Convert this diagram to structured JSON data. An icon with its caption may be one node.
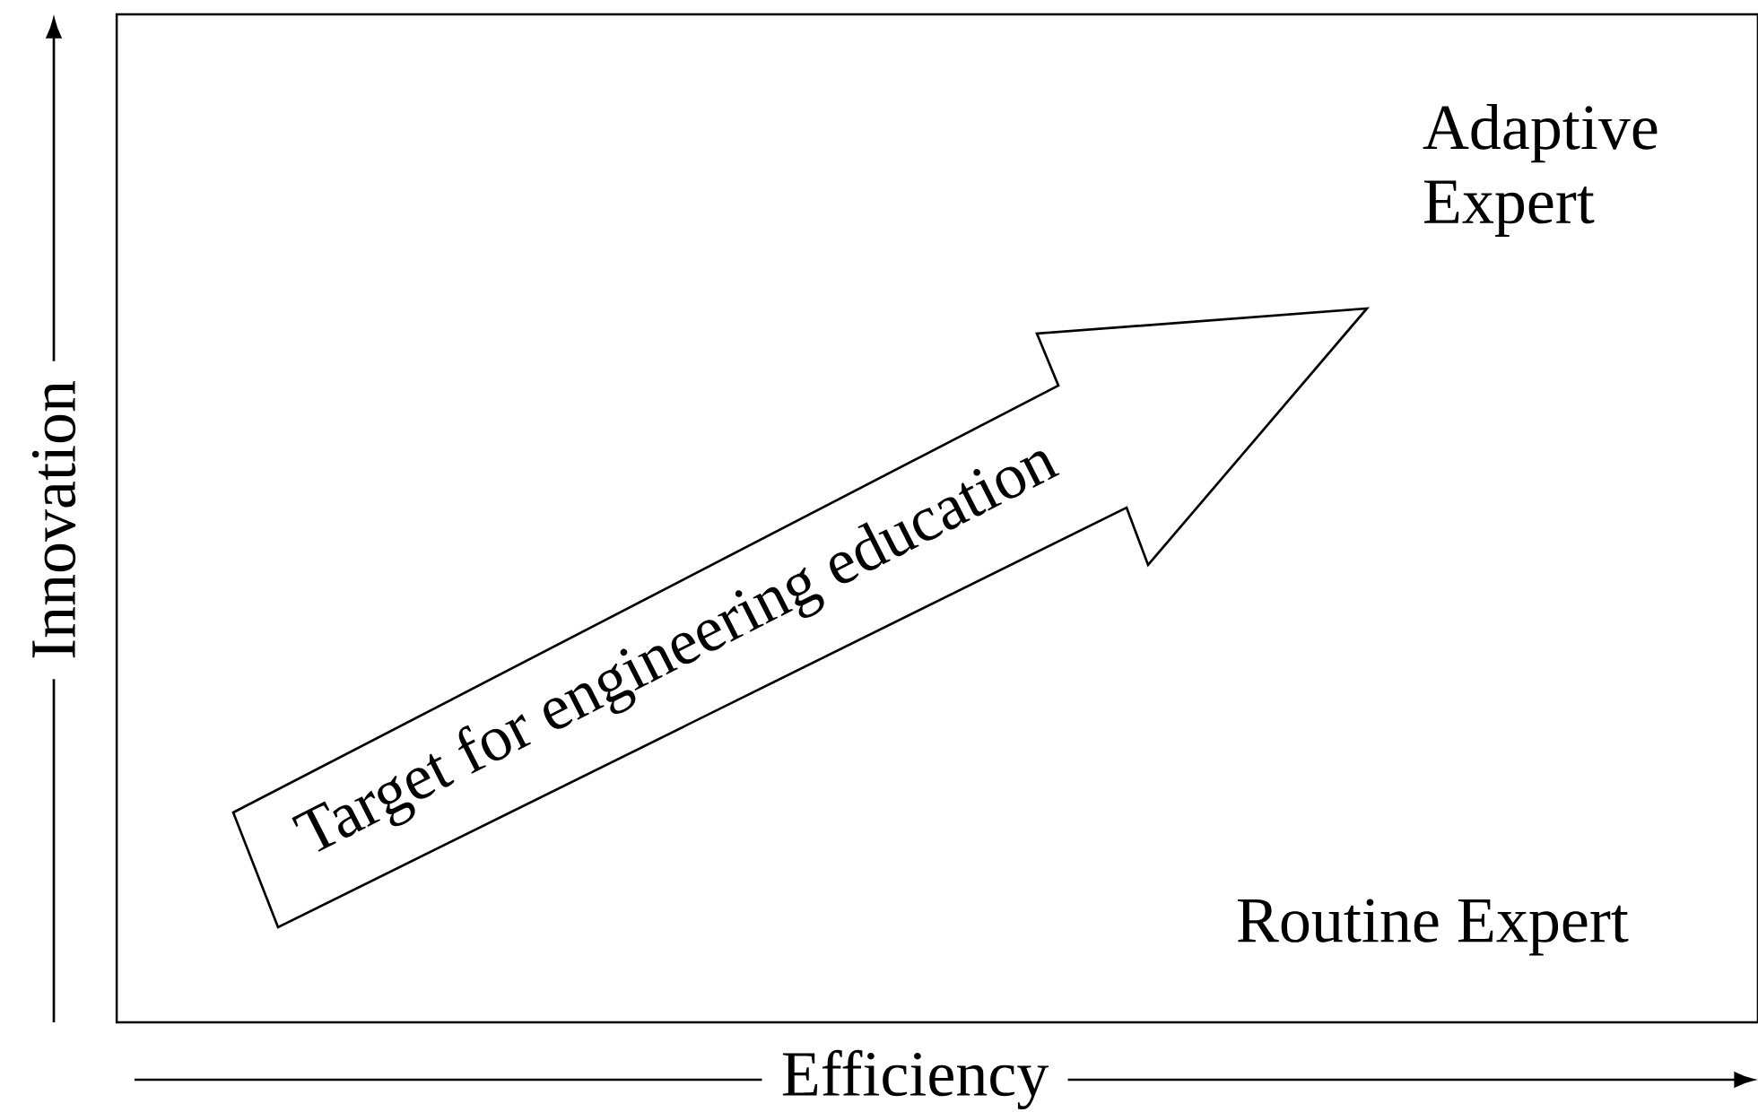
{
  "diagram": {
    "nodes": [
      {
        "text": [
          "Target for engineering education"
        ]
      }
    ],
    "labels": [
      "Adaptive Expert",
      "Innovation",
      "Efficiency",
      "Routine Expert"
    ]
  }
}
